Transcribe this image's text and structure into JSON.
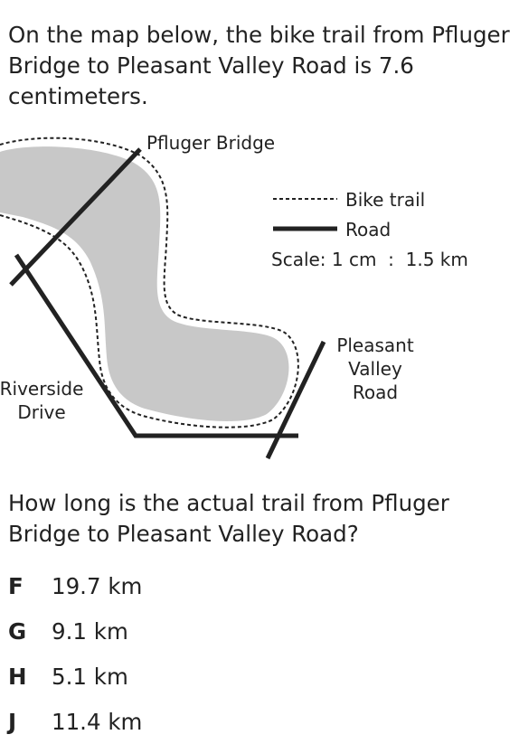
{
  "intro": "On the map below, the bike trail from Pfluger Bridge to Pleasant Valley Road is 7.6 centimeters.",
  "map": {
    "labels": {
      "pfluger": "Pfluger Bridge",
      "riverside_1": "Riverside",
      "riverside_2": "Drive",
      "pleasant_1": "Pleasant",
      "pleasant_2": "Valley",
      "pleasant_3": "Road"
    },
    "legend": {
      "bike_trail": "Bike trail",
      "road": "Road",
      "scale": "Scale: 1 cm  :  1.5 km"
    },
    "colors": {
      "water": "#c8c8c8",
      "line": "#222222"
    }
  },
  "question": "How long is the actual trail from Pfluger Bridge to Pleasant Valley Road?",
  "choices": [
    {
      "letter": "F",
      "text": "19.7 km"
    },
    {
      "letter": "G",
      "text": "9.1 km"
    },
    {
      "letter": "H",
      "text": "5.1 km"
    },
    {
      "letter": "J",
      "text": "11.4 km"
    }
  ]
}
